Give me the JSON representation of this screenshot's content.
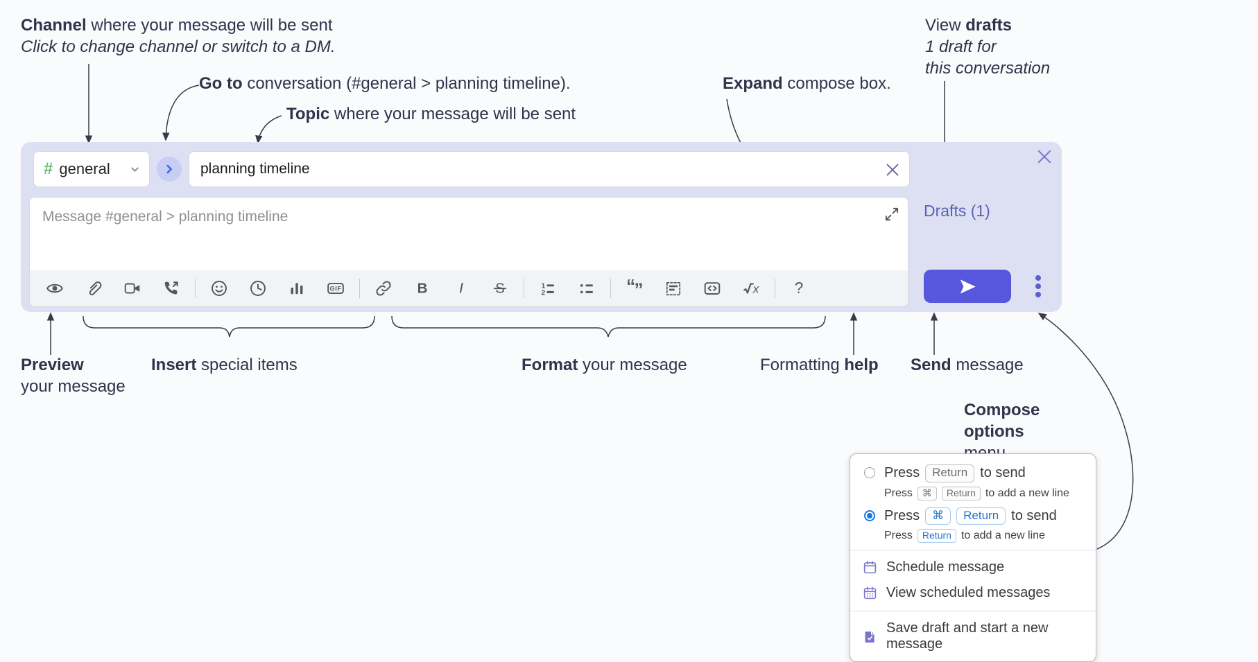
{
  "colors": {
    "compose_bg": "#dce0f2",
    "accent_send": "#5657dd",
    "drafts_link": "#5c60b6",
    "channel_hash_green": "#6ebd7d",
    "go_chevron_blue": "#3b66f5",
    "menu_icon_purple": "#7a74cb",
    "radio_selected_blue": "#1b78e0",
    "key_blue": "#2574d4",
    "toolbar_icon_gray": "#56565e",
    "annotation_ink": "#32324b"
  },
  "annotations": {
    "channel": {
      "bold": "Channel",
      "rest": " where your message will be sent",
      "line2": "Click to change channel or switch to a DM."
    },
    "goto": {
      "bold": "Go to",
      "rest": " conversation (#general > planning timeline)."
    },
    "topic": {
      "bold": "Topic",
      "rest": " where your message will be sent"
    },
    "expand": {
      "bold": "Expand",
      "rest": " compose box."
    },
    "drafts": {
      "pre": "View ",
      "bold": "drafts",
      "line2": "1 draft for",
      "line3": "this conversation"
    },
    "preview": {
      "bold": "Preview",
      "line2": "your message"
    },
    "insert": {
      "bold": "Insert",
      "rest": " special items"
    },
    "format": {
      "bold": "Format",
      "rest": " your message"
    },
    "formatting_help": {
      "pre": "Formatting ",
      "bold": "help"
    },
    "send": {
      "bold": "Send",
      "rest": " message"
    },
    "compose_options": {
      "bold1": "Compose",
      "bold2": "options",
      "line3": "menu"
    }
  },
  "compose": {
    "channel_hash": "#",
    "channel_name": "general",
    "topic_value": "planning timeline",
    "message_placeholder": "Message #general > planning timeline",
    "drafts_label": "Drafts (1)",
    "toolbar_icon_names": [
      "preview",
      "attach-file",
      "video-call",
      "voice-call",
      "emoji",
      "global-time",
      "poll",
      "gif",
      "link",
      "bold",
      "italic",
      "strikethrough",
      "numbered-list",
      "bulleted-list",
      "quote",
      "spoiler",
      "code",
      "math",
      "formatting-help"
    ],
    "glyphs": {
      "bold": "B",
      "italic": "I",
      "strike": "S",
      "gif": "GIF",
      "help": "?",
      "ol1": "1",
      "ol2": "2",
      "quote_open": "“",
      "quote_close": "”",
      "math_x": "x"
    }
  },
  "menu": {
    "option_return": {
      "press": "Press",
      "key": "Return",
      "after": "to send",
      "sub_press": "Press",
      "sub_key1": "⌘",
      "sub_key2": "Return",
      "sub_after": "to add a new line"
    },
    "option_cmd_return": {
      "press": "Press",
      "key1": "⌘",
      "key2": "Return",
      "after": "to send",
      "sub_press": "Press",
      "sub_key": "Return",
      "sub_after": "to add a new line"
    },
    "items": [
      {
        "label": "Schedule message"
      },
      {
        "label": "View scheduled messages"
      },
      {
        "label": "Save draft and start a new message"
      }
    ]
  }
}
